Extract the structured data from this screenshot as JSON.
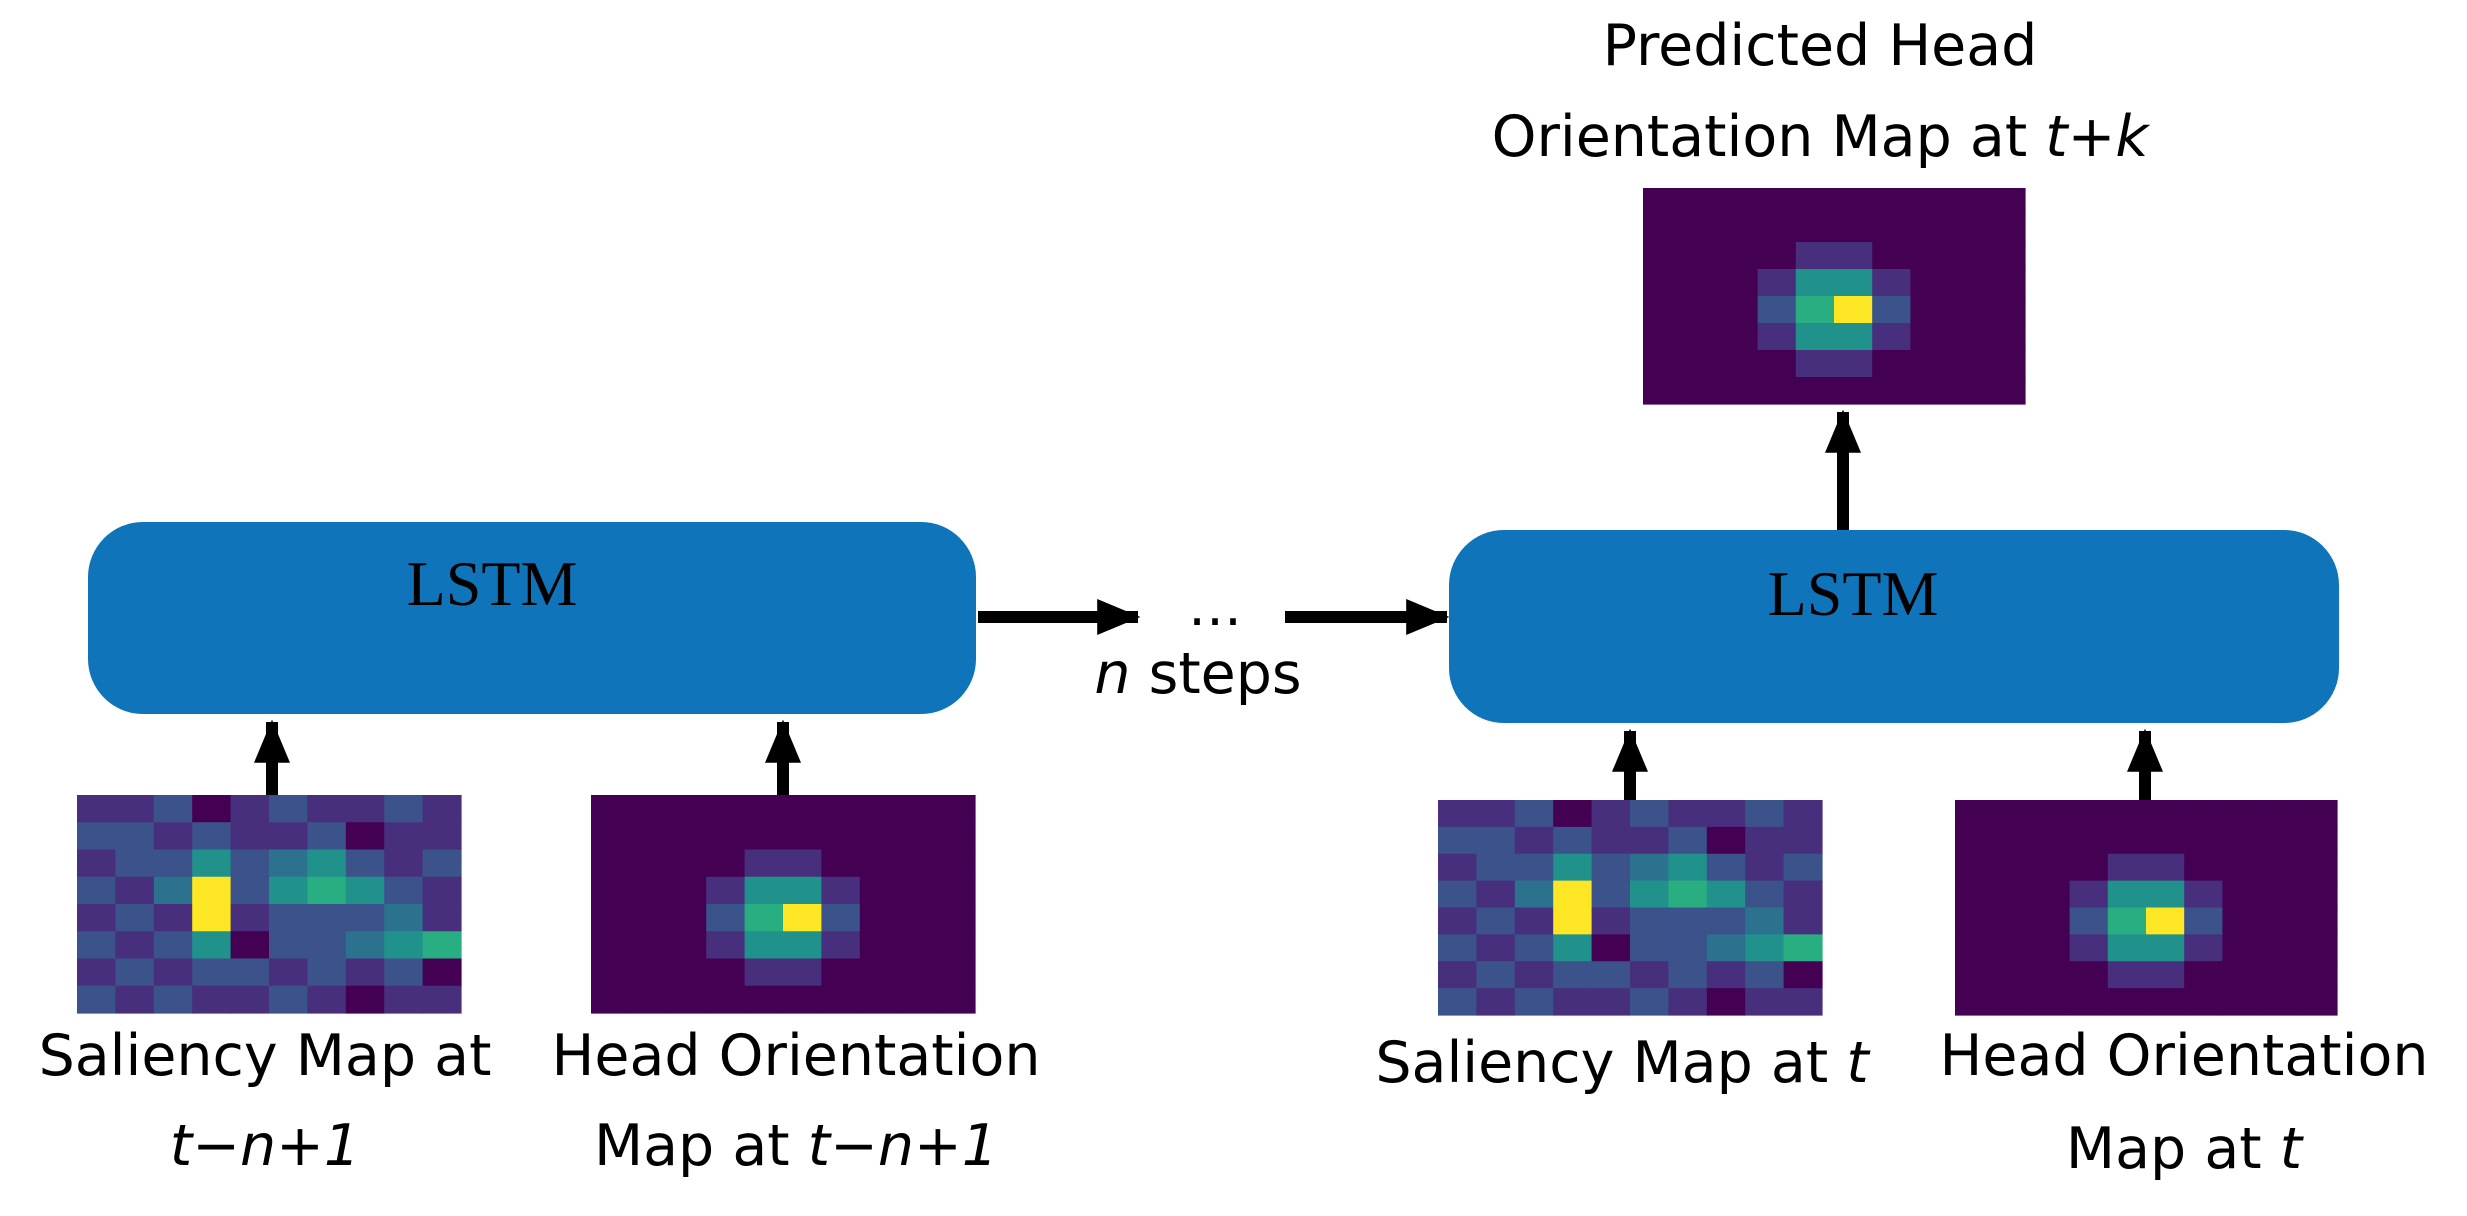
{
  "colors": {
    "lstm_fill": "#0F74BA",
    "arrow": "#000000",
    "heatmap_background": "#440154",
    "heatmap_palette": [
      "#440154",
      "#472f7d",
      "#3b528b",
      "#2c728e",
      "#21918c",
      "#28ae80",
      "#5ec962",
      "#addc30",
      "#fde725"
    ]
  },
  "lstm_left": {
    "label": "LSTM"
  },
  "lstm_right": {
    "label": "LSTM"
  },
  "connector": {
    "ellipsis": "…",
    "n": "n",
    "steps": " steps"
  },
  "inputs_left": {
    "saliency": {
      "line1": "Saliency Map at",
      "line2": "t−n+1"
    },
    "head": {
      "line1": "Head Orientation",
      "line2_prefix": "Map at ",
      "line2_time": "t−n+1"
    }
  },
  "inputs_right": {
    "saliency": {
      "prefix": "Saliency Map at ",
      "time": "t"
    },
    "head": {
      "line1": "Head Orientation",
      "line2_prefix": "Map at ",
      "line2_time": "t"
    }
  },
  "output": {
    "line1": "Predicted Head",
    "line2_prefix": "Orientation Map at ",
    "line2_time": "t+k"
  },
  "heatmaps": {
    "saliency": [
      [
        0.18,
        0.1,
        0.22,
        0.05,
        0.12,
        0.2,
        0.08,
        0.15,
        0.25,
        0.1
      ],
      [
        0.22,
        0.3,
        0.12,
        0.2,
        0.08,
        0.15,
        0.25,
        0.05,
        0.18,
        0.12
      ],
      [
        0.1,
        0.2,
        0.28,
        0.45,
        0.3,
        0.4,
        0.55,
        0.3,
        0.15,
        0.22
      ],
      [
        0.25,
        0.08,
        0.35,
        0.98,
        0.2,
        0.5,
        0.62,
        0.45,
        0.3,
        0.1
      ],
      [
        0.12,
        0.28,
        0.18,
        0.95,
        0.1,
        0.25,
        0.3,
        0.25,
        0.4,
        0.18
      ],
      [
        0.2,
        0.15,
        0.3,
        0.55,
        0.05,
        0.3,
        0.2,
        0.35,
        0.5,
        0.6
      ],
      [
        0.08,
        0.22,
        0.12,
        0.2,
        0.25,
        0.15,
        0.28,
        0.08,
        0.2,
        0.05
      ],
      [
        0.3,
        0.1,
        0.25,
        0.15,
        0.08,
        0.22,
        0.12,
        0.05,
        0.1,
        0.15
      ]
    ],
    "head_orientation": [
      [
        0,
        0,
        0,
        0,
        0,
        0,
        0,
        0,
        0,
        0
      ],
      [
        0,
        0,
        0,
        0,
        0,
        0,
        0,
        0,
        0,
        0
      ],
      [
        0,
        0,
        0,
        0,
        0.12,
        0.12,
        0,
        0,
        0,
        0
      ],
      [
        0,
        0,
        0,
        0.15,
        0.45,
        0.45,
        0.15,
        0,
        0,
        0
      ],
      [
        0,
        0,
        0,
        0.28,
        0.62,
        1.0,
        0.28,
        0,
        0,
        0
      ],
      [
        0,
        0,
        0,
        0.15,
        0.45,
        0.45,
        0.15,
        0,
        0,
        0
      ],
      [
        0,
        0,
        0,
        0,
        0.12,
        0.12,
        0,
        0,
        0,
        0
      ],
      [
        0,
        0,
        0,
        0,
        0,
        0,
        0,
        0,
        0,
        0
      ]
    ]
  }
}
